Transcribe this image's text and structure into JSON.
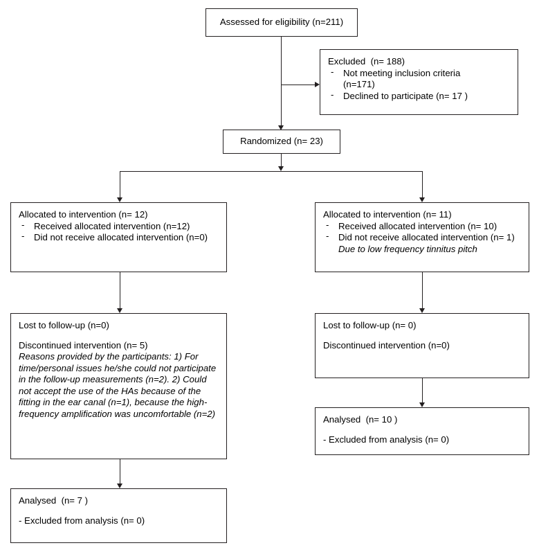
{
  "diagram": {
    "type": "consort-flow-diagram",
    "nodes": {
      "assessed": {
        "title": "Assessed for eligibility (n=211)"
      },
      "excluded": {
        "title": "Excluded  (n= 188)",
        "items": [
          "Not meeting inclusion criteria",
          "(n=171)",
          "Declined to participate (n= 17 )"
        ],
        "item1_main": "Not meeting inclusion criteria",
        "item1_sub": "(n=171)",
        "item2_main": "Declined to participate (n= 17 )"
      },
      "randomized": {
        "title": "Randomized (n= 23)"
      },
      "allocation_left": {
        "title": "Allocated to intervention (n= 12)",
        "item1": "Received allocated intervention (n=12)",
        "item2": "Did not receive allocated intervention (n=0)"
      },
      "allocation_right": {
        "title": "Allocated to intervention (n= 11)",
        "item1": "Received allocated intervention (n= 10)",
        "item2": "Did not receive allocated intervention (n= 1)",
        "item2_note": "Due to low frequency tinnitus pitch"
      },
      "followup_left": {
        "lost": "Lost to follow-up (n=0)",
        "discontinued": "Discontinued intervention (n= 5)",
        "reasons": "Reasons provided by the participants: 1) For time/personal issues he/she could not participate in the follow-up measurements (n=2). 2) Could not accept the use of the HAs because of the fitting in the ear canal (n=1), because the high-frequency amplification was uncomfortable (n=2)"
      },
      "followup_right": {
        "lost": "Lost to follow-up (n= 0)",
        "discontinued": "Discontinued intervention (n=0)"
      },
      "analysed_left": {
        "title": "Analysed  (n= 7 )",
        "excluded_line": "- Excluded from analysis (n= 0)"
      },
      "analysed_right": {
        "title": "Analysed  (n= 10 )",
        "excluded_line": "- Excluded from analysis (n= 0)"
      }
    },
    "bullet_glyph": "-",
    "colors": {
      "stroke": "#231f20",
      "background": "#ffffff",
      "text": "#000000"
    }
  }
}
